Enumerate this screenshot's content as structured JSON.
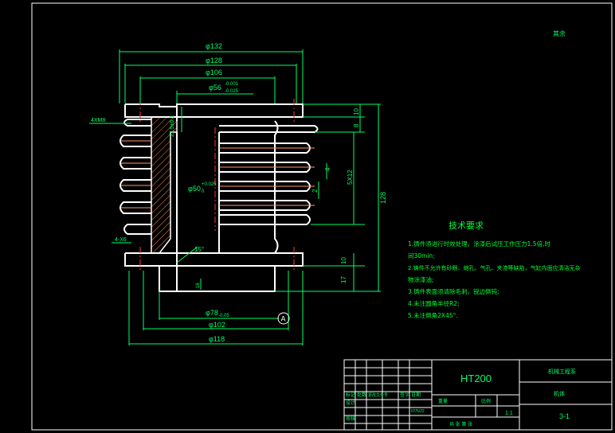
{
  "corner_note": "其余",
  "dimensions": {
    "d132": "φ132",
    "d128": "φ128",
    "d106": "φ106",
    "d56": "φ56",
    "d56_tol_upper": "-0.001",
    "d56_tol_lower": "-0.025",
    "d50": "φ50",
    "d50_tol": "+0.025",
    "d50_tol2": "0",
    "d78": "φ78",
    "d78_tol": "-0.05",
    "d102": "φ102",
    "d118": "φ118",
    "thread": "4XM8",
    "hole": "4-X6",
    "left_vert": "21.5±0.1",
    "angle": "15°",
    "small_16": "16",
    "right_10_top": "10",
    "right_8": "8",
    "right_4": "4",
    "right_5x12": "5X12",
    "right_2": "2",
    "right_128": "128",
    "right_10_bot": "10",
    "right_17": "17",
    "datum": "A"
  },
  "tech_requirements": {
    "title": "技术要求",
    "items": [
      "1.铸件须进行时效处理，涂漆后试压工作压力1.5倍,时",
      "间30min;",
      "2.铸件不允许有砂眼、缩孔、气孔、夹渣等缺陷，气缸内面应清洁无杂",
      "物涂漆油;",
      "3.铸件表面须清除毛刺，锐边倒钝;",
      "4.未注圆角半径R2;",
      "5.未注倒角2X45°."
    ]
  },
  "title_block": {
    "material": "HT200",
    "company": "机械工程系",
    "part_name": "机体",
    "drawing_no": "3-1",
    "scale": "1:1",
    "row1": [
      "标记",
      "处数",
      "更改文件号",
      "签字",
      "日期"
    ],
    "designer": "设计",
    "checker": "审核",
    "date": "07/5/22",
    "weight_label": "重量",
    "scale_label": "比例",
    "sheet": "共 张 第 张"
  }
}
